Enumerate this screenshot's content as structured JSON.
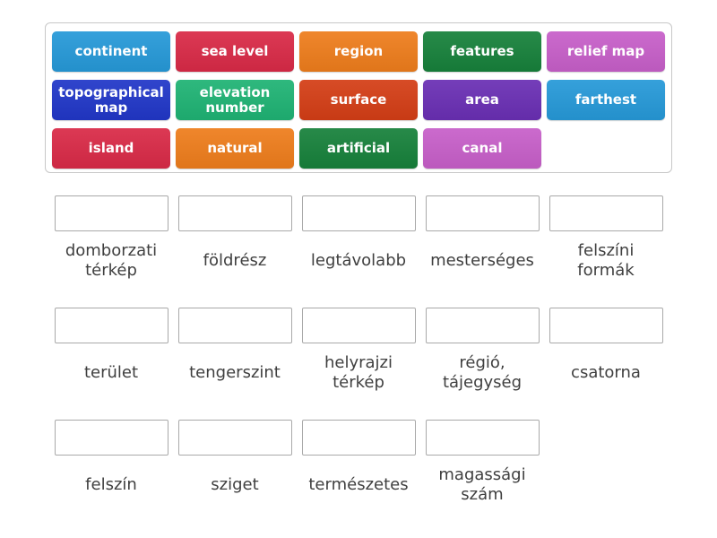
{
  "word_bank": {
    "tiles": [
      {
        "label": "continent",
        "color": "#2699d8"
      },
      {
        "label": "sea level",
        "color": "#d92a47"
      },
      {
        "label": "region",
        "color": "#ee7d1c"
      },
      {
        "label": "features",
        "color": "#17813b"
      },
      {
        "label": "relief map",
        "color": "#c75fc9"
      },
      {
        "label": "topographical map",
        "color": "#2137c8"
      },
      {
        "label": "elevation number",
        "color": "#1fb374"
      },
      {
        "label": "surface",
        "color": "#d43e16"
      },
      {
        "label": "area",
        "color": "#6a2fb4"
      },
      {
        "label": "farthest",
        "color": "#2699d8"
      },
      {
        "label": "island",
        "color": "#d92a47"
      },
      {
        "label": "natural",
        "color": "#ee7d1c"
      },
      {
        "label": "artificial",
        "color": "#17813b"
      },
      {
        "label": "canal",
        "color": "#c75fc9"
      }
    ]
  },
  "answers": {
    "labels": [
      "domborzati térkép",
      "földrész",
      "legtávolabb",
      "mesterséges",
      "felszíni formák",
      "terület",
      "tengerszint",
      "helyrajzi térkép",
      "régió, tájegység",
      "csatorna",
      "felszín",
      "sziget",
      "természetes",
      "magassági szám"
    ]
  }
}
